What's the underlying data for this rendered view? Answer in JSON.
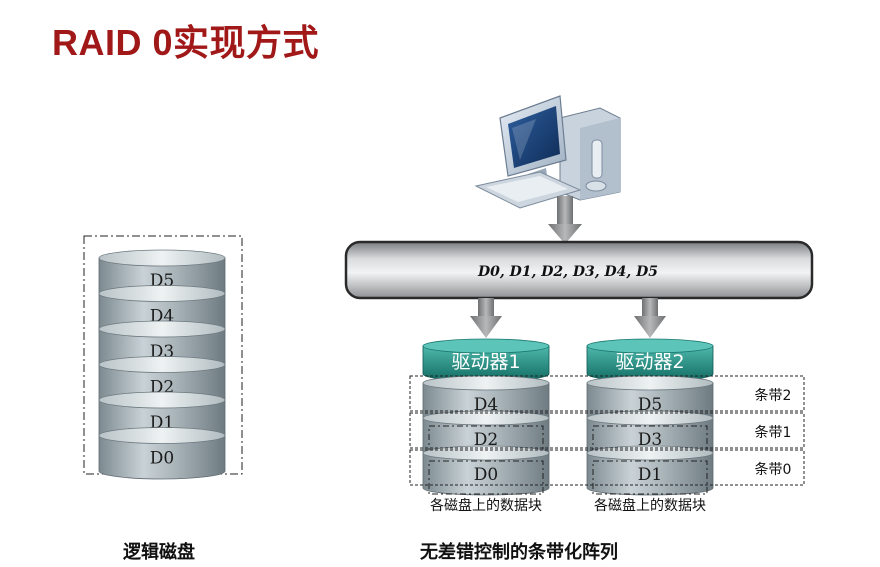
{
  "title": "RAID 0实现方式",
  "bus": {
    "label": "D0, D1, D2, D3, D4, D5"
  },
  "logical_disk": {
    "caption": "逻辑磁盘",
    "blocks": [
      "D5",
      "D4",
      "D3",
      "D2",
      "D1",
      "D0"
    ]
  },
  "drives": [
    {
      "name": "驱动器1",
      "blocks": [
        "D4",
        "D2",
        "D0"
      ],
      "caption": "各磁盘上的数据块"
    },
    {
      "name": "驱动器2",
      "blocks": [
        "D5",
        "D3",
        "D1"
      ],
      "caption": "各磁盘上的数据块"
    }
  ],
  "stripes": [
    "条带2",
    "条带1",
    "条带0"
  ],
  "array_caption": "无差错控制的条带化阵列",
  "colors": {
    "title": "#a01818",
    "disk_body": "#9aa8ae",
    "drive_header": "#1f8a80"
  }
}
